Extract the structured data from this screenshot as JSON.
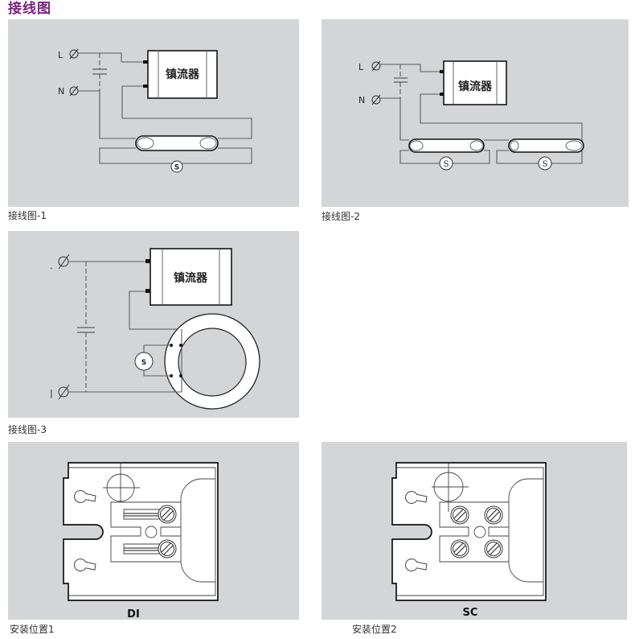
{
  "page": {
    "title": "接线图",
    "colors": {
      "title": "#7d2180",
      "panel_bg": "#d4d5d7",
      "wire": "#5c5c5c",
      "outline": "#151515",
      "caption_text": "#333333",
      "component_fill": "#ffffff"
    }
  },
  "wiring_diagrams": [
    {
      "caption": "接线图-1",
      "ballast_label": "镇流器",
      "terminal_labels": [
        "L",
        "N"
      ],
      "starter_labels": [
        "S"
      ]
    },
    {
      "caption": "接线图-2",
      "ballast_label": "镇流器",
      "terminal_labels": [
        "L",
        "N"
      ],
      "starter_labels": [
        "S",
        "S"
      ]
    },
    {
      "caption": "接线图-3",
      "ballast_label": "镇流器",
      "terminal_labels": [
        ".",
        "|"
      ],
      "starter_labels": [
        "S"
      ]
    }
  ],
  "mounting_positions": [
    {
      "caption": "安装位置1",
      "code": "DI"
    },
    {
      "caption": "安装位置2",
      "code": "SC"
    }
  ]
}
